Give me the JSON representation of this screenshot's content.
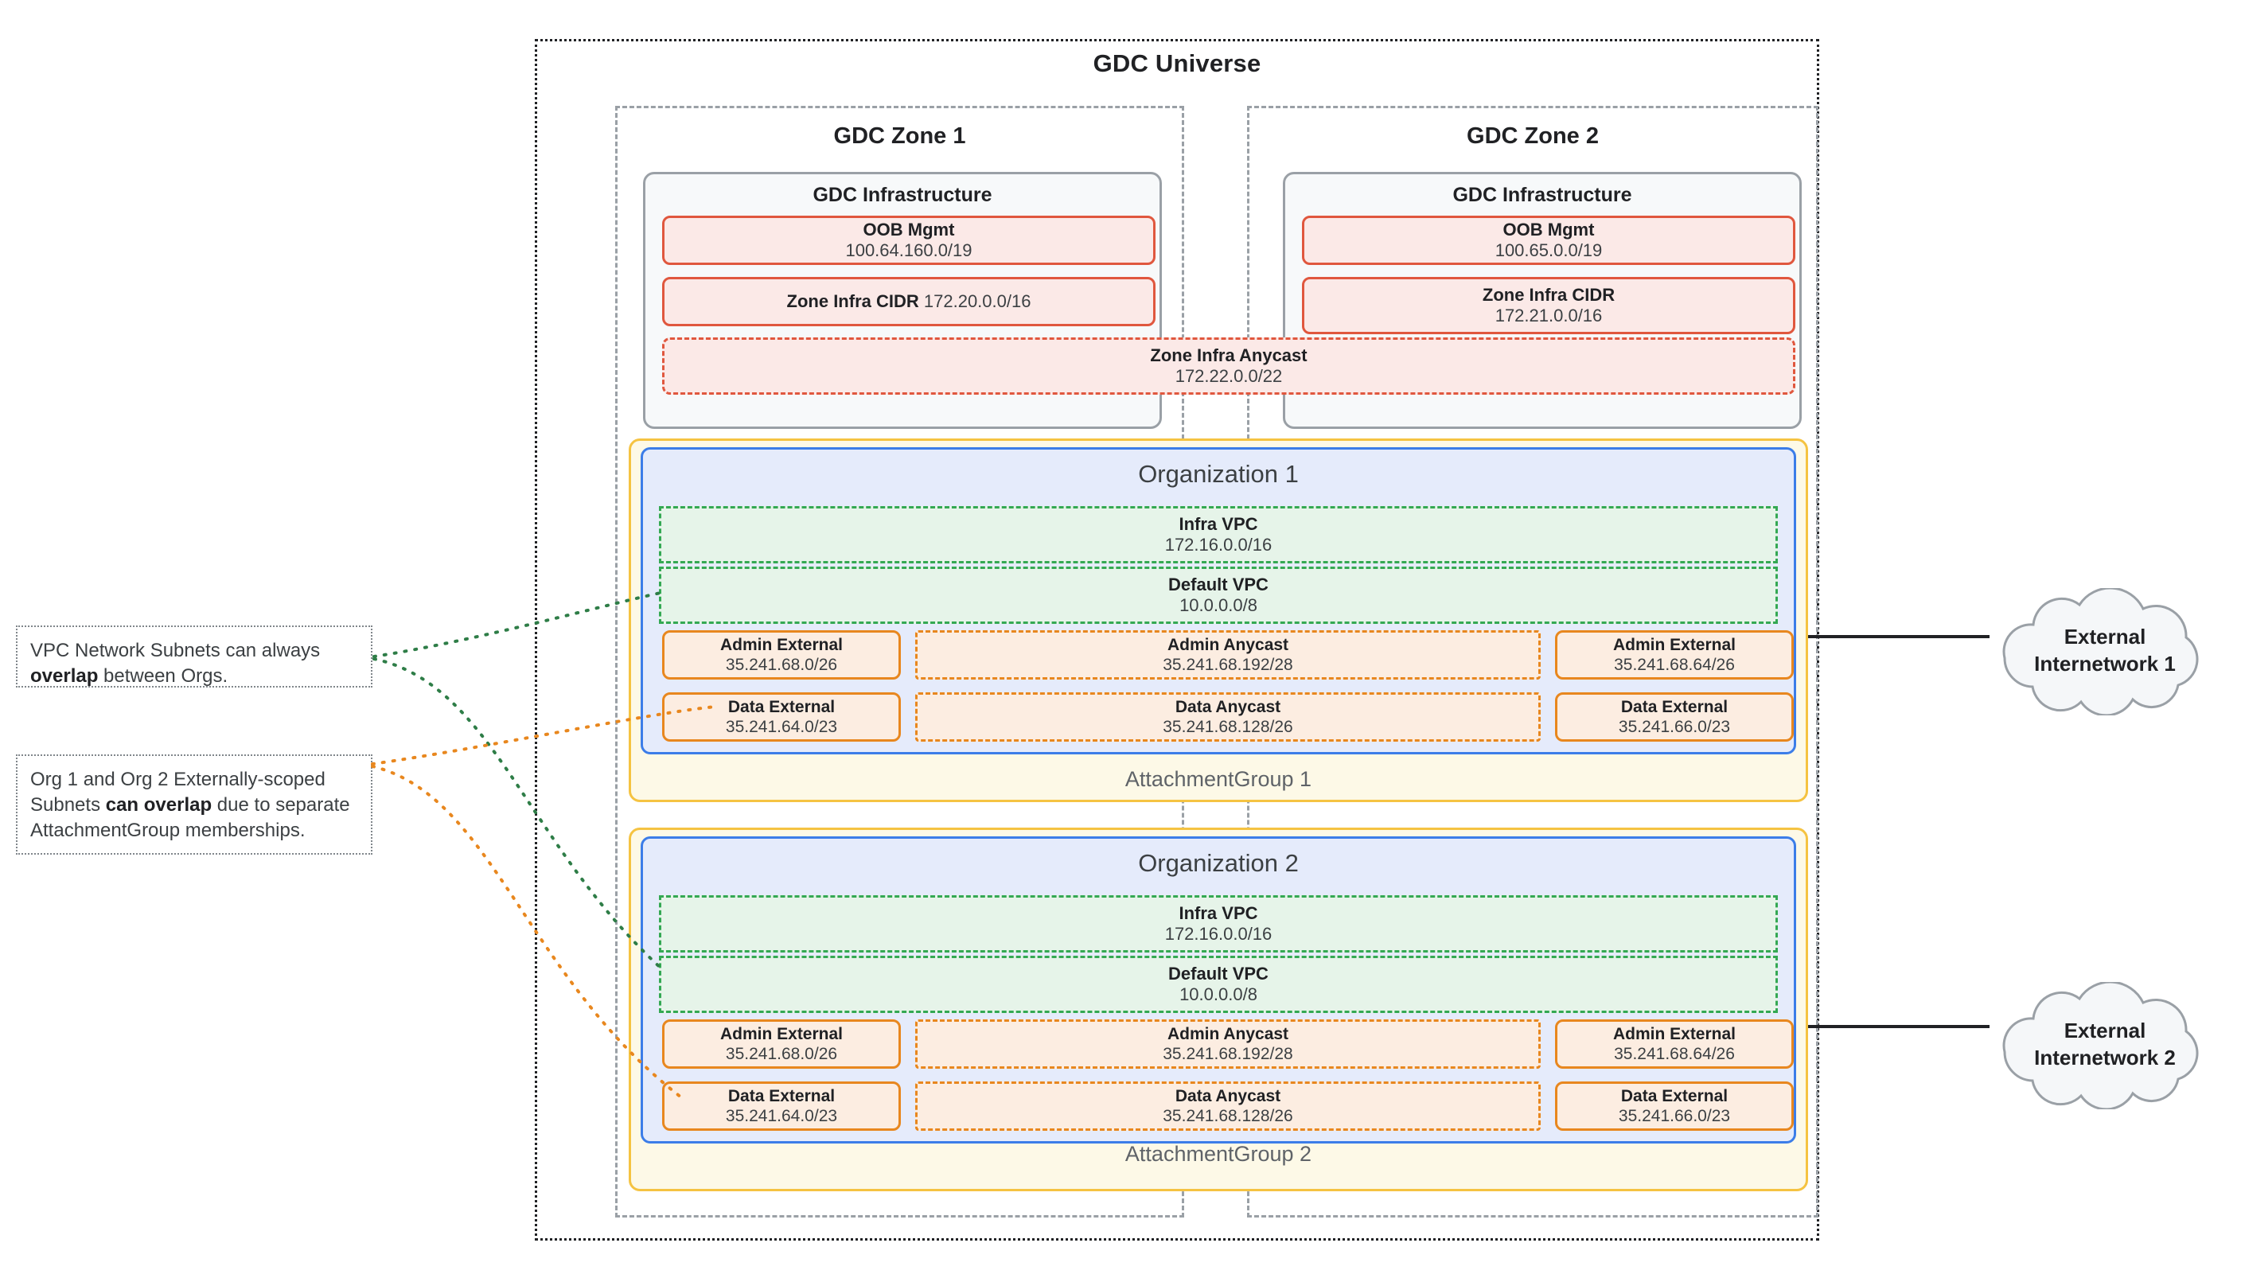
{
  "universe": {
    "title": "GDC Universe"
  },
  "zones": [
    {
      "title": "GDC Zone 1",
      "infra_title": "GDC Infrastructure",
      "oob": {
        "label": "OOB Mgmt",
        "cidr": "100.64.160.0/19"
      },
      "zone_infra_cidr": {
        "label": "Zone Infra CIDR",
        "cidr": "172.20.0.0/16",
        "inline": true
      }
    },
    {
      "title": "GDC Zone 2",
      "infra_title": "GDC Infrastructure",
      "oob": {
        "label": "OOB Mgmt",
        "cidr": "100.65.0.0/19"
      },
      "zone_infra_cidr": {
        "label": "Zone Infra CIDR",
        "cidr": "172.21.0.0/16",
        "inline": false
      }
    }
  ],
  "zone_infra_anycast": {
    "label": "Zone Infra Anycast",
    "cidr": "172.22.0.0/22"
  },
  "attachment_groups": [
    {
      "label": "AttachmentGroup 1"
    },
    {
      "label": "AttachmentGroup 2"
    }
  ],
  "organizations": [
    {
      "title": "Organization 1",
      "vpcs": [
        {
          "label": "Infra VPC",
          "cidr": "172.16.0.0/16"
        },
        {
          "label": "Default VPC",
          "cidr": "10.0.0.0/8"
        }
      ],
      "subnets": {
        "admin_external_left": {
          "label": "Admin External",
          "cidr": "35.241.68.0/26"
        },
        "admin_anycast": {
          "label": "Admin Anycast",
          "cidr": "35.241.68.192/28"
        },
        "admin_external_right": {
          "label": "Admin External",
          "cidr": "35.241.68.64/26"
        },
        "data_external_left": {
          "label": "Data External",
          "cidr": "35.241.64.0/23"
        },
        "data_anycast": {
          "label": "Data Anycast",
          "cidr": "35.241.68.128/26"
        },
        "data_external_right": {
          "label": "Data External",
          "cidr": "35.241.66.0/23"
        }
      }
    },
    {
      "title": "Organization 2",
      "vpcs": [
        {
          "label": "Infra VPC",
          "cidr": "172.16.0.0/16"
        },
        {
          "label": "Default VPC",
          "cidr": "10.0.0.0/8"
        }
      ],
      "subnets": {
        "admin_external_left": {
          "label": "Admin External",
          "cidr": "35.241.68.0/26"
        },
        "admin_anycast": {
          "label": "Admin Anycast",
          "cidr": "35.241.68.192/28"
        },
        "admin_external_right": {
          "label": "Admin External",
          "cidr": "35.241.68.64/26"
        },
        "data_external_left": {
          "label": "Data External",
          "cidr": "35.241.64.0/23"
        },
        "data_anycast": {
          "label": "Data Anycast",
          "cidr": "35.241.68.128/26"
        },
        "data_external_right": {
          "label": "Data External",
          "cidr": "35.241.66.0/23"
        }
      }
    }
  ],
  "annotations": [
    {
      "text_before": "VPC Network Subnets can always ",
      "bold": "overlap",
      "text_after": " between Orgs.",
      "connector_color": "#2E7D47"
    },
    {
      "text_before": "Org 1 and Org 2 Externally-scoped Subnets ",
      "bold": "can overlap",
      "text_after": " due to separate AttachmentGroup memberships.",
      "connector_color": "#E8871E"
    }
  ],
  "external_networks": [
    {
      "line1": "External",
      "line2": "Internetwork 1"
    },
    {
      "line1": "External",
      "line2": "Internetwork 2"
    }
  ],
  "colors": {
    "universe_border": "#202124",
    "zone_border": "#9aa0a6",
    "infra_border": "#9aa0a6",
    "cidr_red": "#E0573E",
    "cidr_red_fill": "#FBE9E7",
    "attachment_yellow": "#F5C342",
    "attachment_yellow_fill": "#FDF9E7",
    "org_blue": "#3C7DE8",
    "org_blue_fill": "#E5EBFB",
    "vpc_green": "#34A853",
    "vpc_green_fill": "#E6F4E9",
    "subnet_orange": "#E8871E",
    "subnet_orange_fill": "#FCEDE1",
    "cloud_border": "#9aa0a6",
    "cloud_fill": "#F5F7F9"
  }
}
